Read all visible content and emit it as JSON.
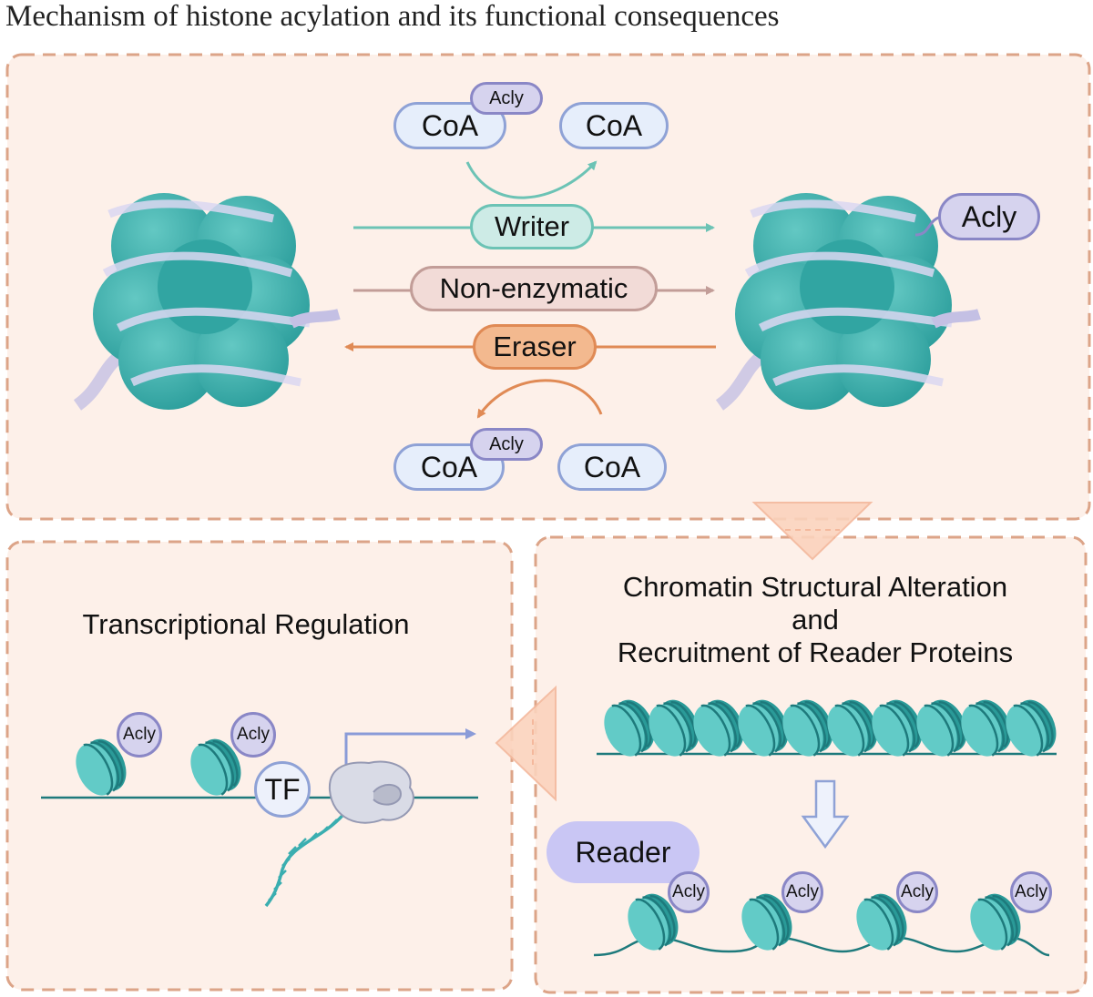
{
  "title": "Mechanism of histone acylation and its functional consequences",
  "top_panel": {
    "coa_acly_top": {
      "coa": "CoA",
      "acly": "Acly"
    },
    "coa_free_top": "CoA",
    "writer": "Writer",
    "non_enzymatic": "Non-enzymatic",
    "eraser": "Eraser",
    "coa_acly_bottom": {
      "coa": "CoA",
      "acly": "Acly"
    },
    "coa_free_bottom": "CoA",
    "acylated_mark": "Acly"
  },
  "right_panel": {
    "title_line1": "Chromatin Structural Alteration",
    "title_line2": "and",
    "title_line3": "Recruitment of Reader Proteins",
    "reader": "Reader",
    "acly_labels": [
      "Acly",
      "Acly",
      "Acly",
      "Acly"
    ]
  },
  "left_panel": {
    "title": "Transcriptional Regulation",
    "acly_labels": [
      "Acly",
      "Acly"
    ],
    "tf": "TF"
  },
  "colors": {
    "panel_bg": "#fdf0e9",
    "panel_border": "#dca488",
    "writer": "#6cc3b5",
    "non_enzymatic": "#c29d98",
    "eraser": "#e08a55",
    "nucleosome": "#3fb5b3",
    "big_arrow": "#fbd3bd"
  }
}
